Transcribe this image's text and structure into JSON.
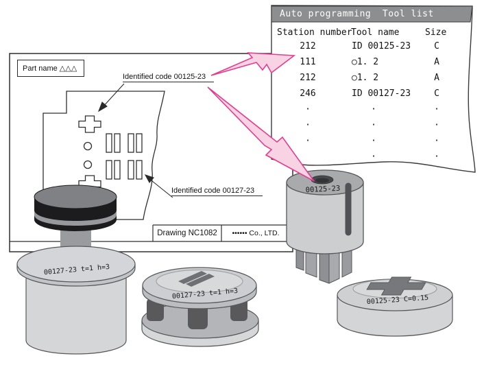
{
  "tool_list": {
    "title": "Auto programming  Tool list",
    "columns": [
      "Station number",
      "Tool name",
      "Size"
    ],
    "rows": [
      {
        "station": "212",
        "tool": "ID 00125-23",
        "size": "C"
      },
      {
        "station": "111",
        "tool": "○1. 2",
        "size": "A"
      },
      {
        "station": "212",
        "tool": "○1. 2",
        "size": "A"
      },
      {
        "station": "246",
        "tool": "ID 00127-23",
        "size": "C"
      },
      {
        "station": "·",
        "tool": "·",
        "size": "·"
      },
      {
        "station": "·",
        "tool": "·",
        "size": "·"
      },
      {
        "station": "·",
        "tool": "·",
        "size": "·"
      },
      {
        "station": "",
        "tool": "·",
        "size": "·"
      }
    ]
  },
  "drawing": {
    "part_name": "Part name △△△",
    "identified_code_labels": [
      "Identified code 00125-23",
      "Identified code 00127-23"
    ],
    "title_block": {
      "drawing_number": "Drawing NC1082",
      "company": "•••••• Co., LTD."
    }
  },
  "tool_labels": {
    "left_die": "00127-23 t=1 h=3",
    "middle_die": "00127-23 t=1 h=3",
    "right_punch": "00125-23",
    "right_die": "00125-23 C=0.15"
  },
  "colors": {
    "accent_pink": "#e53b8e",
    "accent_pink_fill": "#f8d3e4",
    "header_bar": "#8d8e90",
    "line": "#2f2f31",
    "tool_light": "#d5d6d8",
    "tool_dark": "#1c1c1e"
  }
}
